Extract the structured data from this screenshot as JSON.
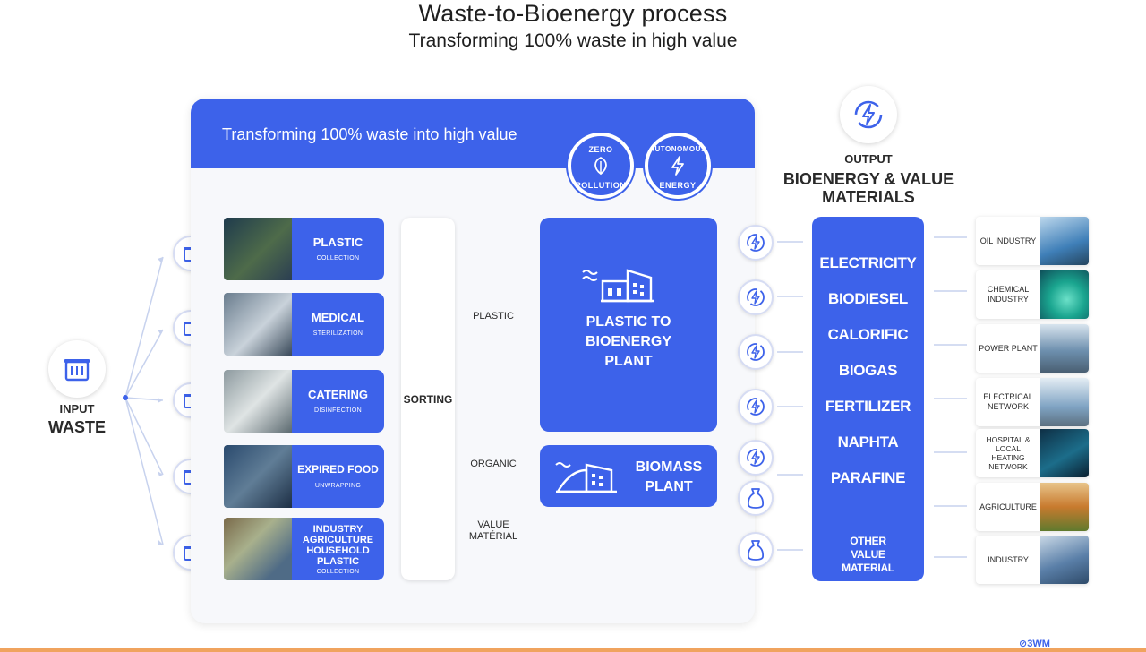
{
  "header": {
    "title": "Waste-to-Bioenergy process",
    "subtitle": "Transforming 100% waste in high value"
  },
  "main_card": {
    "header_text": "Transforming 100% waste into high value",
    "badges": [
      {
        "line1": "ZERO",
        "line2": "POLLUTION"
      },
      {
        "line1": "AUTONOMOUS",
        "line2": "ENERGY"
      }
    ]
  },
  "input": {
    "small": "INPUT",
    "big": "WASTE"
  },
  "sources": [
    {
      "label": "PLASTIC",
      "sub": "COLLECTION"
    },
    {
      "label": "MEDICAL",
      "sub": "STERILIZATION"
    },
    {
      "label": "CATERING",
      "sub": "DISINFECTION"
    },
    {
      "label": "EXPIRED FOOD",
      "sub": "UNWRAPPING"
    },
    {
      "label": "INDUSTRY AGRICULTURE HOUSEHOLD PLASTIC",
      "sub": "COLLECTION"
    }
  ],
  "sorting": {
    "label": "SORTING"
  },
  "flows": {
    "plastic": "PLASTIC",
    "organic": "ORGANIC",
    "value": "VALUE MATÉRIAL"
  },
  "plants": {
    "plastic": "PLASTIC TO BIOENERGY PLANT",
    "biomass": "BIOMASS PLANT"
  },
  "output": {
    "small": "OUTPUT",
    "big": "BIOENERGY & VALUE MATERIALS"
  },
  "products": [
    "ELECTRICITY",
    "BIODIESEL",
    "CALORIFIC",
    "BIOGAS",
    "FERTILIZER",
    "NAPHTA",
    "PARAFINE"
  ],
  "other_product": "OTHER VALUE MATERIAL",
  "industries": [
    {
      "label": "OIL INDUSTRY",
      "icon": "refinery-photo",
      "color": "#3f7fb8"
    },
    {
      "label": "CHEMICAL INDUSTRY",
      "icon": "chemical-photo",
      "color": "#1aa58f"
    },
    {
      "label": "POWER PLANT",
      "icon": "power-plant-photo",
      "color": "#6d8fae"
    },
    {
      "label": "ELECTRICAL NETWORK",
      "icon": "pylon-photo",
      "color": "#7fa3c3"
    },
    {
      "label": "HOSPITAL & LOCAL HEATING NETWORK",
      "icon": "hospital-photo",
      "color": "#1c6d8a"
    },
    {
      "label": "AGRICULTURE",
      "icon": "tractor-photo",
      "color": "#c87a2e"
    },
    {
      "label": "INDUSTRY",
      "icon": "factory-photo",
      "color": "#5a7fa8"
    }
  ],
  "logo": "3WM",
  "colors": {
    "accent": "#3d62ea",
    "card": "#f7f8fb"
  }
}
